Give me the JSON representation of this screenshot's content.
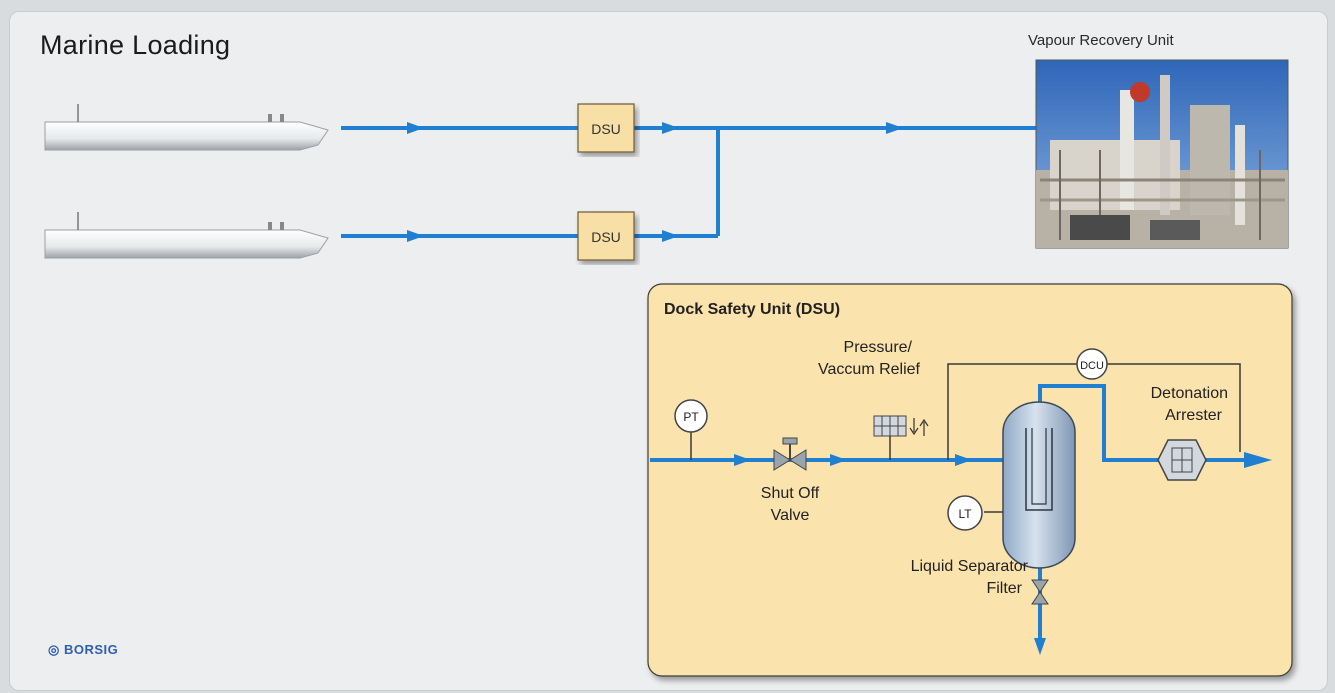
{
  "title": "Marine Loading",
  "vru_label": "Vapour Recovery Unit",
  "dsu_label": "DSU",
  "panel_title": "Dock Safety Unit (DSU)",
  "labels": {
    "pv_relief_line1": "Pressure/",
    "pv_relief_line2": "Vaccum Relief",
    "shutoff_line1": "Shut Off",
    "shutoff_line2": "Valve",
    "separator_line1": "Liquid Separator",
    "separator_line2": "Filter",
    "arrester_line1": "Detonation",
    "arrester_line2": "Arrester"
  },
  "instruments": {
    "pt": "PT",
    "lt": "LT",
    "dcu": "DCU"
  },
  "logo": "BORSIG",
  "colors": {
    "pipe": "#1f7fd0",
    "dsu_box": "#f7dfa5",
    "panel": "#fbe3ad"
  }
}
